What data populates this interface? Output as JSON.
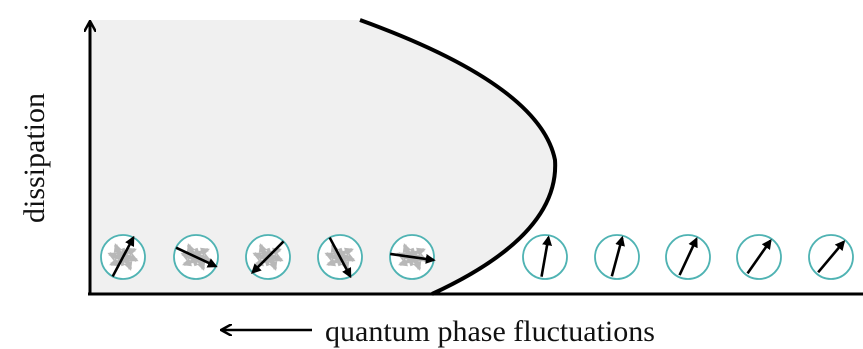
{
  "labels": {
    "y_axis": "dissipation",
    "x_axis": "quantum phase fluctuations"
  },
  "colors": {
    "region_fill": "#f0f0f0",
    "boundary": "#000000",
    "axis": "#000000",
    "circle_stroke": "#4fb3b3",
    "arrow_main": "#000000",
    "arrow_fluct": "#b8b8b8"
  },
  "legend": {
    "fluctuating_spins": [
      {
        "main_angle_deg": 62
      },
      {
        "main_angle_deg": -25
      },
      {
        "main_angle_deg": 225
      },
      {
        "main_angle_deg": -62
      },
      {
        "main_angle_deg": -8
      }
    ],
    "ordered_spins": [
      {
        "main_angle_deg": 80
      },
      {
        "main_angle_deg": 75
      },
      {
        "main_angle_deg": 65
      },
      {
        "main_angle_deg": 55
      },
      {
        "main_angle_deg": 50
      }
    ]
  }
}
